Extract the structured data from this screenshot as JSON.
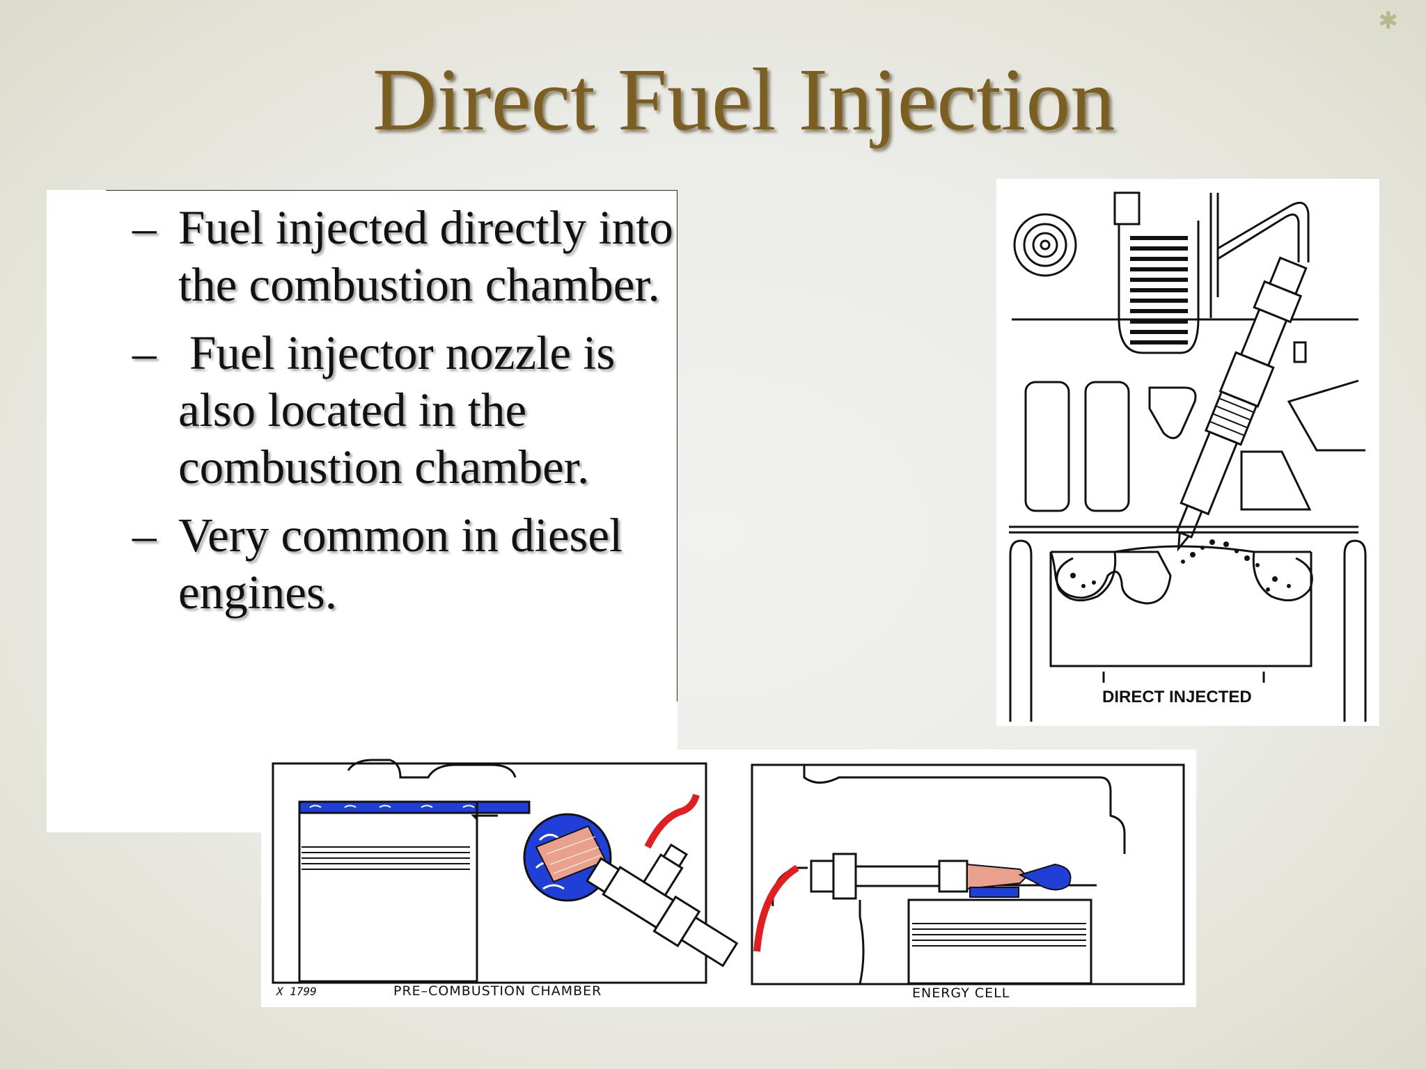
{
  "slide": {
    "title": "Direct Fuel Injection",
    "bullet_marker": "–",
    "bullets": [
      "Fuel injected directly into the combustion chamber.",
      "Fuel injector nozzle is also located in the combustion chamber.",
      "Very common in diesel engines."
    ]
  },
  "figures": {
    "direct": {
      "caption": "DIRECT INJECTED"
    },
    "bottom": {
      "left_code": "X 1799",
      "left_caption": "PRE–COMBUSTION CHAMBER",
      "right_caption": "ENERGY CELL"
    }
  },
  "colors": {
    "title": "#7a5e22",
    "fuel_blue": "#1f3fd6",
    "fuel_red": "#e02020",
    "spray_pink": "#e9a08c"
  }
}
